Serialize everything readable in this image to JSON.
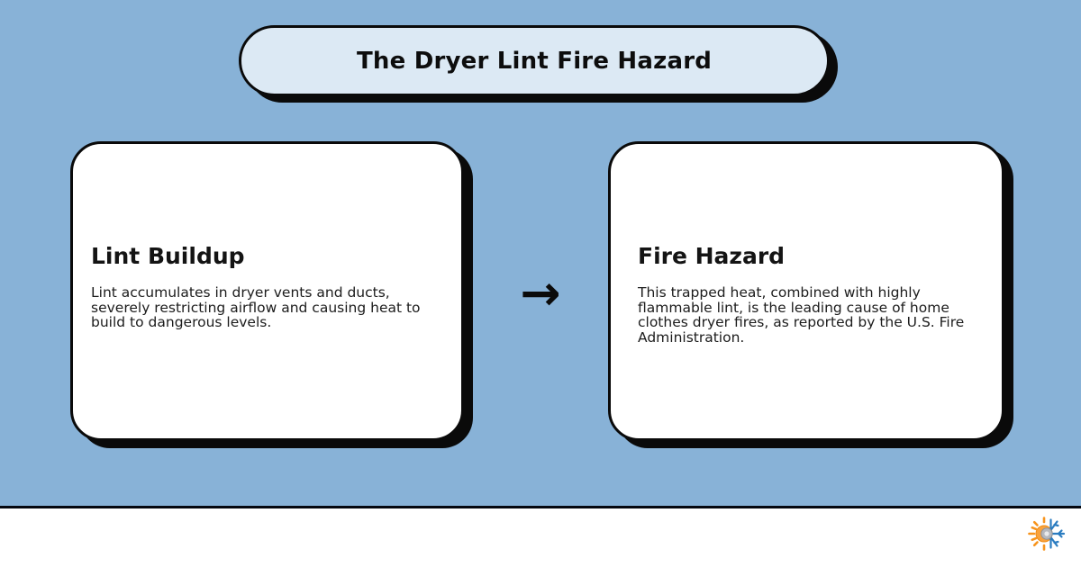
{
  "colors": {
    "background": "#88b2d7",
    "banner_fill": "#dce9f4",
    "card_fill": "#ffffff",
    "outline_and_shadow": "#0a0a0a",
    "body_text": "#1c1c1c",
    "footer_background": "#ffffff",
    "footer_divider": "#05080f",
    "logo_orange": "#f7941d",
    "logo_blue": "#2b7cc0",
    "logo_gear_gray": "#b6b8bd"
  },
  "banner": {
    "title": "The Dryer Lint Fire Hazard"
  },
  "cards": [
    {
      "title": "Lint Buildup",
      "body": "Lint accumulates in dryer vents and ducts, severely restricting airflow and causing heat to build to dangerous levels."
    },
    {
      "title": "Fire Hazard",
      "body": "This trapped heat, combined with highly flammable lint, is the leading cause of home clothes dryer fires, as reported by the U.S. Fire Administration."
    }
  ],
  "arrow": {
    "glyph": "→"
  },
  "footer": {
    "logo_name": "sun-snowflake-hvac-logo"
  }
}
